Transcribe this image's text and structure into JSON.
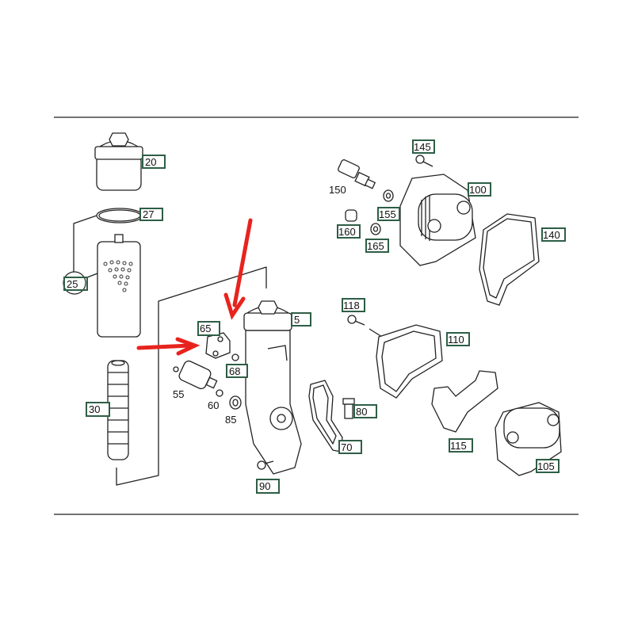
{
  "colors": {
    "label_box": "#2e5e45",
    "arrow": "#e8231e",
    "line": "#222222"
  },
  "labels": {
    "p20": "20",
    "p27": "27",
    "p25": "25",
    "p30": "30",
    "p65": "65",
    "p68": "68",
    "p55": "55",
    "p60": "60",
    "p85": "85",
    "p5": "5",
    "p90": "90",
    "p150": "150",
    "p145": "145",
    "p100": "100",
    "p155": "155",
    "p160": "160",
    "p165": "165",
    "p140": "140",
    "p118": "118",
    "p110": "110",
    "p80": "80",
    "p70": "70",
    "p115": "115",
    "p105": "105"
  }
}
